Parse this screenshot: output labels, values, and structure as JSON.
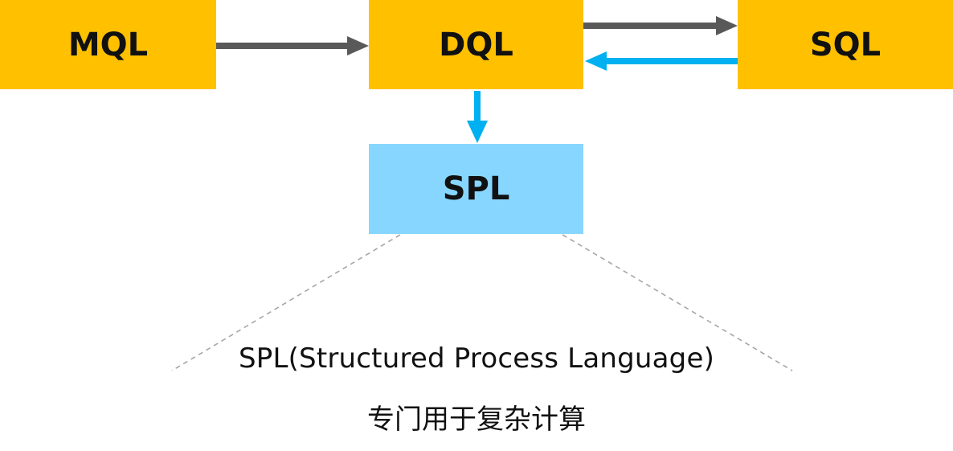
{
  "nodes": {
    "mql": {
      "label": "MQL",
      "color": "#FFC000"
    },
    "dql": {
      "label": "DQL",
      "color": "#FFC000"
    },
    "sql": {
      "label": "SQL",
      "color": "#FFC000"
    },
    "spl": {
      "label": "SPL",
      "color": "#87D6FF"
    }
  },
  "edges": [
    {
      "from": "MQL",
      "to": "DQL",
      "color": "#595959"
    },
    {
      "from": "DQL",
      "to": "SQL",
      "color": "#595959"
    },
    {
      "from": "SQL",
      "to": "DQL",
      "color": "#00B0F0"
    },
    {
      "from": "DQL",
      "to": "SPL",
      "color": "#00B0F0"
    }
  ],
  "caption": {
    "line1": "SPL(Structured Process Language)",
    "line2": "专门用于复杂计算"
  },
  "colors": {
    "dashed_line": "#A6A6A6"
  }
}
